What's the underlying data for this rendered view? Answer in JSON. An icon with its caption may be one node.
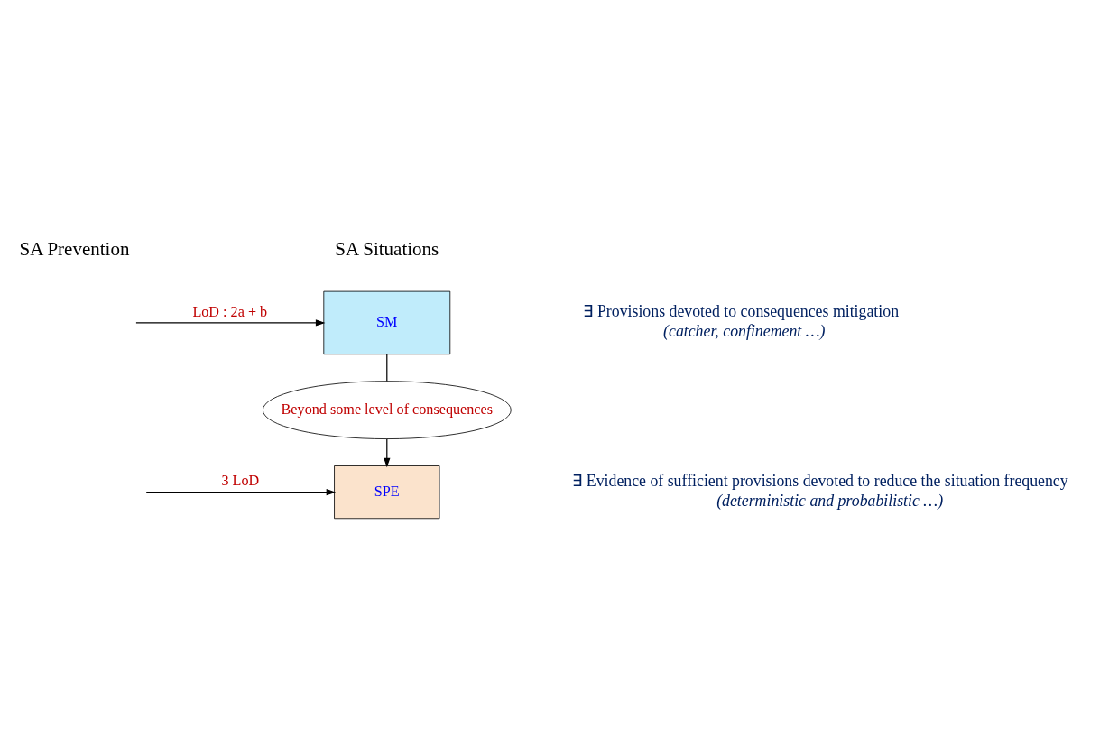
{
  "diagram": {
    "nodes": [
      {
        "text": [
          "SM"
        ],
        "beside": [
          "∃ Provisions devoted to consequences mitigation",
          "(catcher, confinement …)"
        ]
      },
      {
        "text": [
          "Beyond some level of consequences"
        ]
      },
      {
        "text": [
          "SPE"
        ],
        "beside": [
          "∃ Evidence of sufficient provisions devoted to reduce the situation frequency",
          "(deterministic and probabilistic …)"
        ]
      }
    ],
    "edges": [
      {
        "from": null,
        "to": 0,
        "arrow": "to",
        "label": "LoD : 2a + b"
      },
      {
        "from": 0,
        "to": 1,
        "arrow": "none"
      },
      {
        "from": 1,
        "to": 2,
        "arrow": "to"
      },
      {
        "from": null,
        "to": 2,
        "arrow": "to",
        "label": "3 LoD"
      }
    ],
    "labels": [
      "SA Prevention",
      "SA Situations"
    ]
  }
}
